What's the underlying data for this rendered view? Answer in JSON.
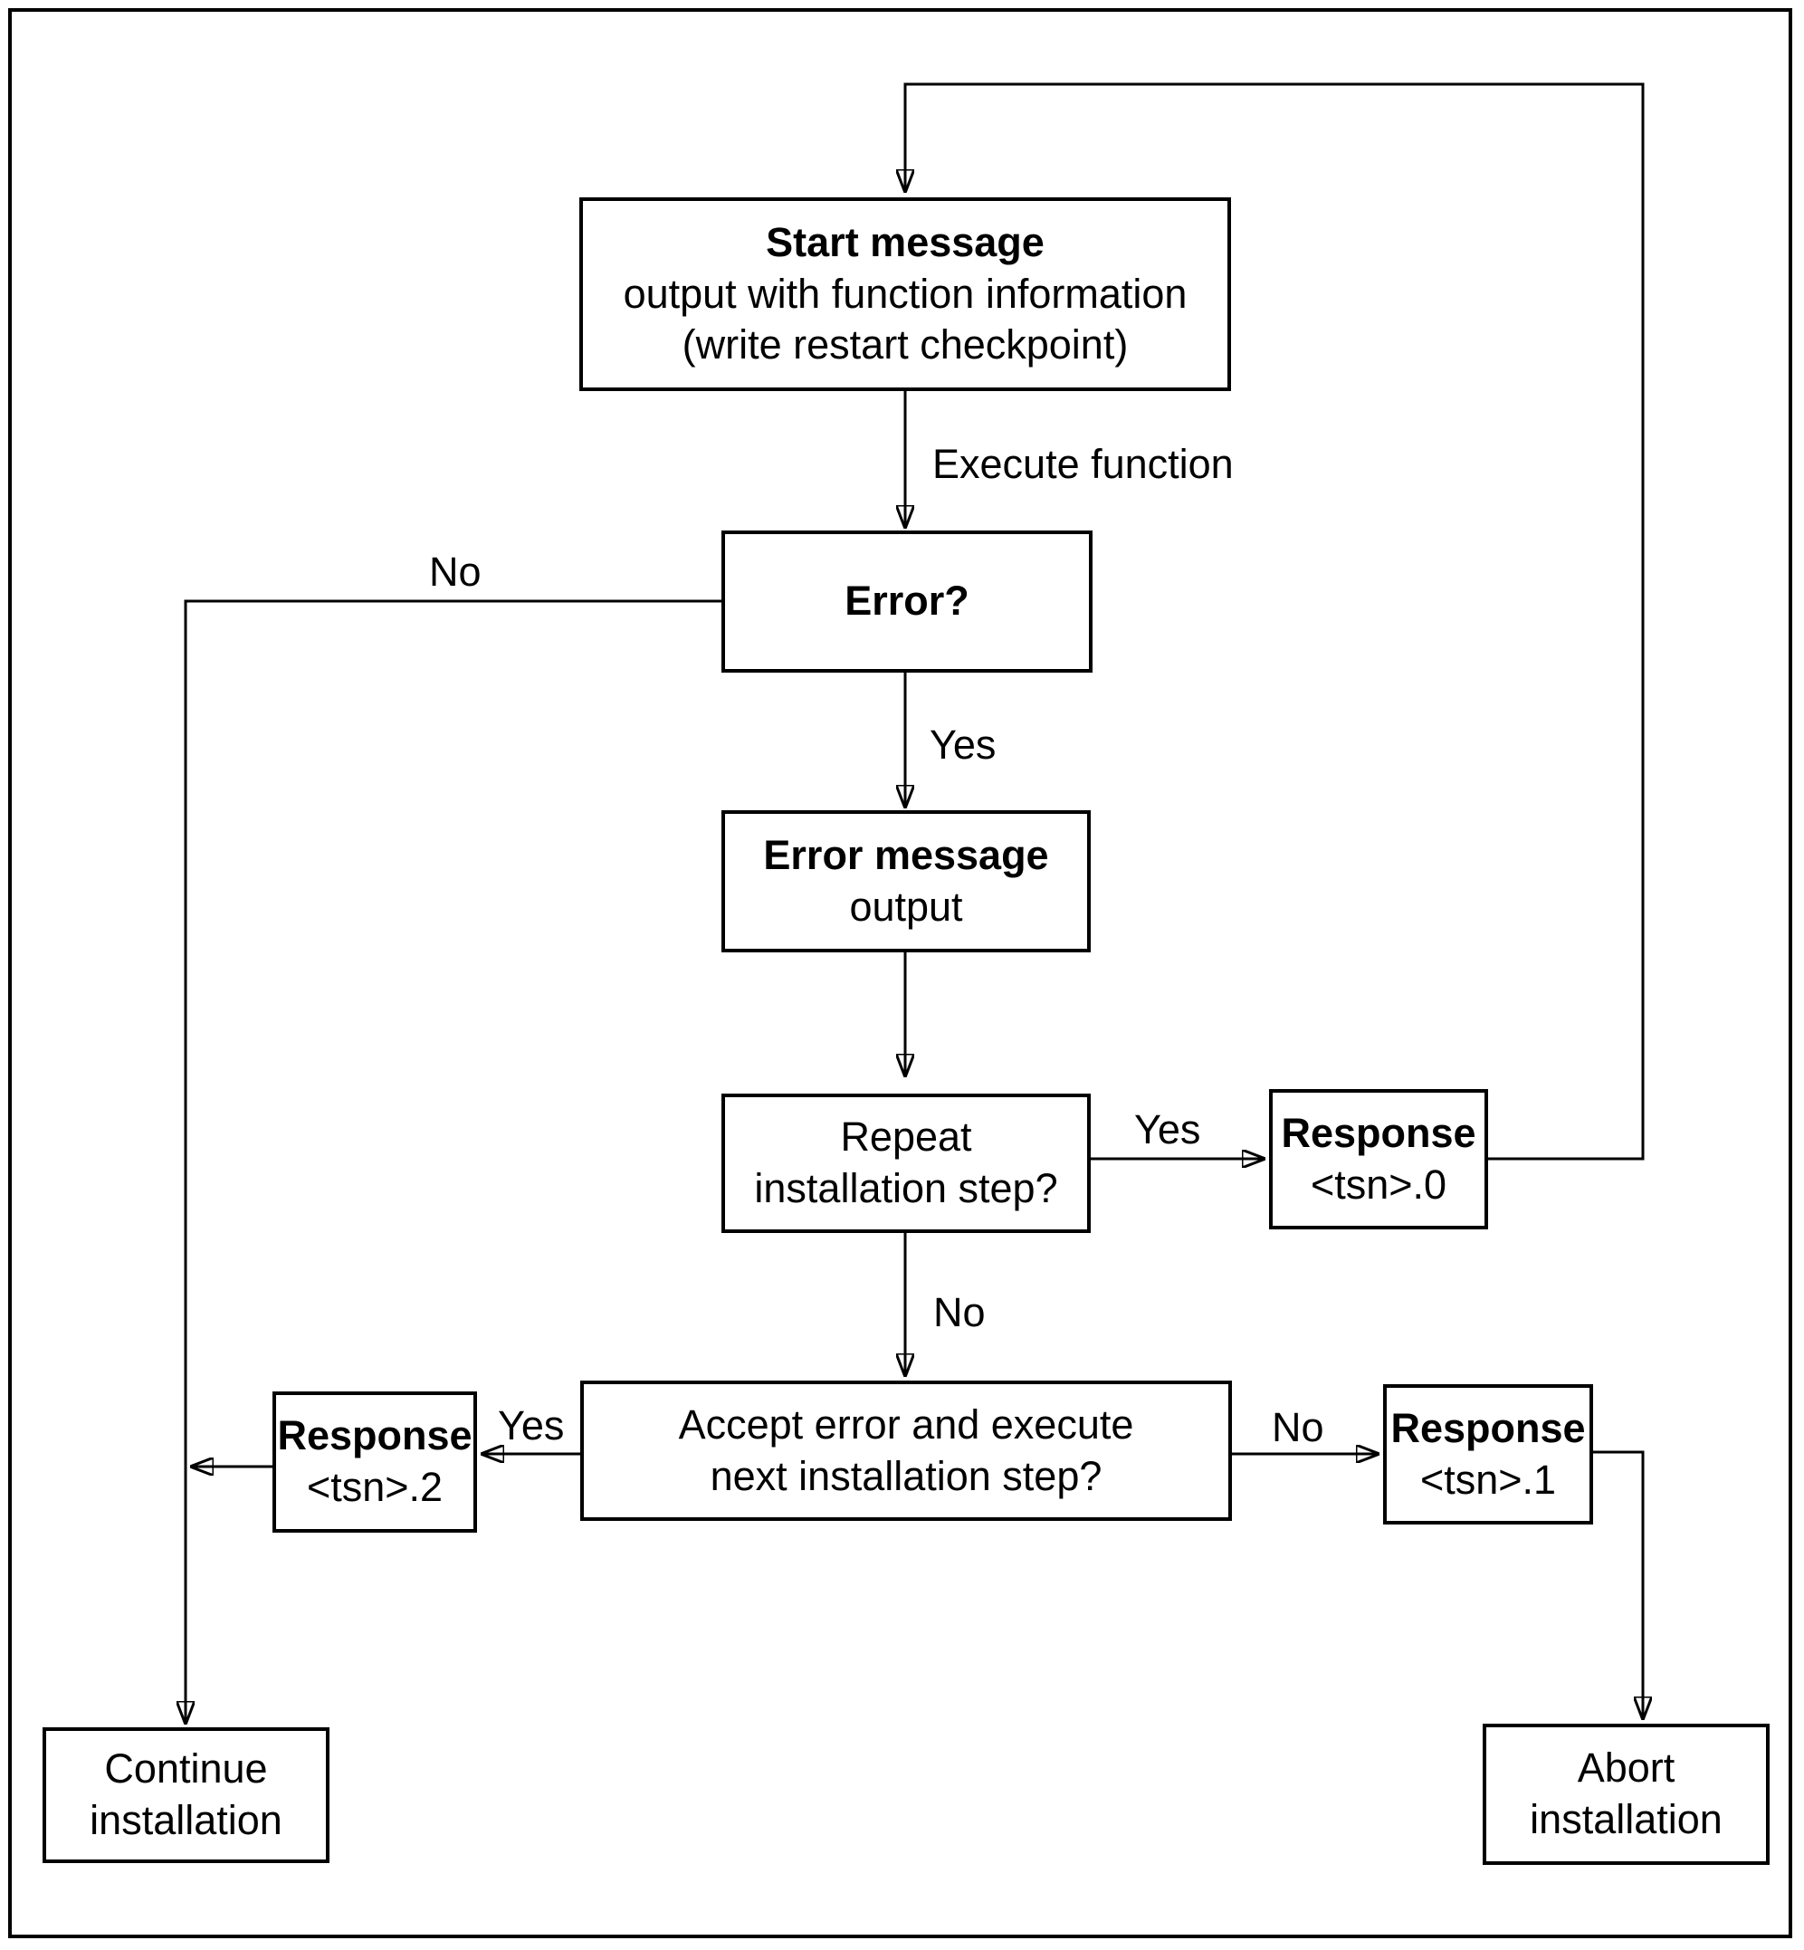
{
  "diagram": {
    "kind": "flowchart",
    "colors": {
      "line": "#000000",
      "background": "#ffffff",
      "text": "#000000"
    },
    "nodes": {
      "start": {
        "lines": [
          "Start message",
          "output with function information",
          "(write restart checkpoint)"
        ]
      },
      "error": {
        "lines": [
          "Error?"
        ]
      },
      "error_message": {
        "lines": [
          "Error message",
          "output"
        ]
      },
      "repeat": {
        "lines": [
          "Repeat",
          "installation step?"
        ]
      },
      "response0": {
        "lines": [
          "Response",
          "<tsn>.0"
        ]
      },
      "accept": {
        "lines": [
          "Accept error and execute",
          "next installation step?"
        ]
      },
      "response2": {
        "lines": [
          "Response",
          "<tsn>.2"
        ]
      },
      "response1": {
        "lines": [
          "Response",
          "<tsn>.1"
        ]
      },
      "continue": {
        "lines": [
          "Continue",
          "installation"
        ]
      },
      "abort": {
        "lines": [
          "Abort",
          "installation"
        ]
      }
    },
    "labels": {
      "execute_function": "Execute function",
      "error_no": "No",
      "error_yes": "Yes",
      "repeat_yes": "Yes",
      "repeat_no": "No",
      "accept_yes": "Yes",
      "accept_no": "No"
    }
  }
}
